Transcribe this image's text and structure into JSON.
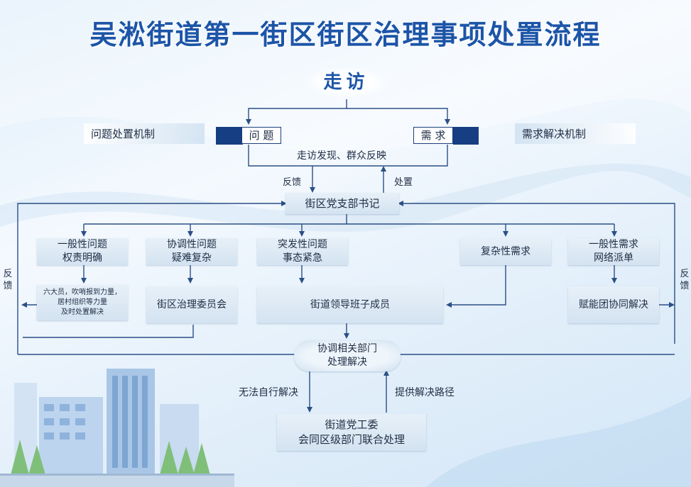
{
  "title": "吴淞街道第一街区街区治理事项处置流程",
  "visit": "走访",
  "mechanisms": {
    "left": "问题处置机制",
    "right": "需求解决机制"
  },
  "tags": {
    "problem": "问 题",
    "demand": "需 求"
  },
  "discovery": "走访发现、群众反映",
  "arrows": {
    "feedback": "反馈",
    "handle": "处置",
    "unable": "无法自行解决",
    "provide": "提供解决路径"
  },
  "secretary": "街区党支部书记",
  "categories": [
    {
      "line1": "一般性问题",
      "line2": "权责明确"
    },
    {
      "line1": "协调性问题",
      "line2": "疑难复杂"
    },
    {
      "line1": "突发性问题",
      "line2": "事态紧急"
    },
    {
      "line1": "复杂性需求",
      "line2": ""
    },
    {
      "line1": "一般性需求",
      "line2": "网络派单"
    }
  ],
  "actions": {
    "six": [
      "六大员，吹哨报到力量，",
      "居村组织等力量",
      "及时处置解决"
    ],
    "committee": "街区治理委员会",
    "leaders": "街道领导班子成员",
    "empower": "赋能团协同解决"
  },
  "coordinate": {
    "line1": "协调相关部门",
    "line2": "处理解决"
  },
  "party": {
    "line1": "街道党工委",
    "line2": "会同区级部门联合处理"
  },
  "side_feedback": {
    "left": "反馈",
    "right": "反馈"
  },
  "colors": {
    "title": "#1c55a8",
    "line": "#2b4f86",
    "tag_bar": "#163e82"
  }
}
